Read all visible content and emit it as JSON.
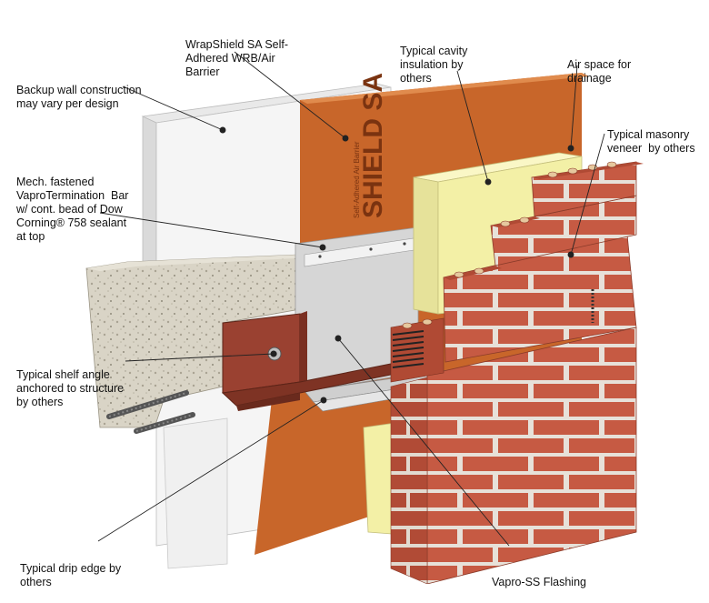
{
  "labels": {
    "wrapshield": [
      "WrapShield SA Self-",
      "Adhered WRB/Air",
      "Barrier"
    ],
    "cavity_insulation": [
      "Typical cavity",
      "insulation by",
      "others"
    ],
    "air_space": [
      "Air space for",
      "drainage"
    ],
    "backup_wall": [
      "Backup wall construction",
      "may vary per design"
    ],
    "masonry_veneer": [
      "Typical masonry",
      "veneer  by others"
    ],
    "termination_bar": [
      "Mech. fastened",
      "VaproTermination  Bar",
      "w/ cont. bead of Dow",
      "Corning® 758 sealant",
      "at top"
    ],
    "shelf_angle": [
      "Typical shelf angle",
      "anchored to structure",
      "by others"
    ],
    "drip_edge": [
      "Typical drip edge by",
      "others"
    ],
    "flashing": [
      "Vapro-SS Flashing"
    ]
  },
  "wrb_print": {
    "brand": "SHIELD SA",
    "sub": "Self-Adhered Air Barrier"
  },
  "colors": {
    "wrb": "#c8662a",
    "insulation": "#f3f0a6",
    "brick": "#c65a43",
    "mortar": "#e9e3dc",
    "concrete": "#d8d3c4",
    "steel": "#8e3a2a",
    "flashing": "#dcdcdc",
    "backup": "#f4f4f4"
  }
}
